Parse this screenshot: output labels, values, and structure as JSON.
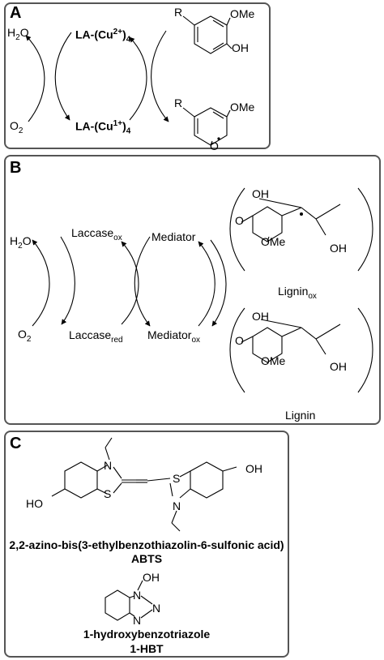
{
  "panel_a": {
    "letter": "A",
    "h2o_main": "H",
    "h2o_sub": "2",
    "h2o_end": "O",
    "o2_main": "O",
    "o2_sub": "2",
    "la_top_pre": "LA-(Cu",
    "la_top_sup": "2+",
    "la_top_post": ")",
    "la_top_sub": "4",
    "la_bot_pre": "LA-(Cu",
    "la_bot_sup": "1+",
    "la_bot_post": ")",
    "la_bot_sub": "4",
    "r_top": "R",
    "ome_top": "OMe",
    "oh_top": "OH",
    "r_bot": "R",
    "ome_bot": "OMe",
    "o_rad": "O"
  },
  "panel_b": {
    "letter": "B",
    "h2o_main": "H",
    "h2o_sub": "2",
    "h2o_end": "O",
    "o2_main": "O",
    "o2_sub": "2",
    "laccase": "Laccase",
    "laccase_ox_sub": "ox",
    "laccase_red_sub": "red",
    "mediator": "Mediator",
    "mediator_ox": "Mediator",
    "mediator_ox_sub": "ox",
    "lignin_ox": "Lignin",
    "lignin_ox_sub": "ox",
    "lignin": "Lignin",
    "oh": "OH",
    "o": "O",
    "ome": "OMe"
  },
  "panel_c": {
    "letter": "C",
    "abts_name": "2,2-azino-bis(3-ethylbenzothiazolin-6-sulfonic acid)",
    "abts_abbr": "ABTS",
    "hbt_name": "1-hydroxybenzotriazole",
    "hbt_abbr": "1-HBT",
    "atoms": {
      "ho": "HO",
      "oh": "OH",
      "s": "S",
      "n": "N",
      "o": "O"
    }
  }
}
